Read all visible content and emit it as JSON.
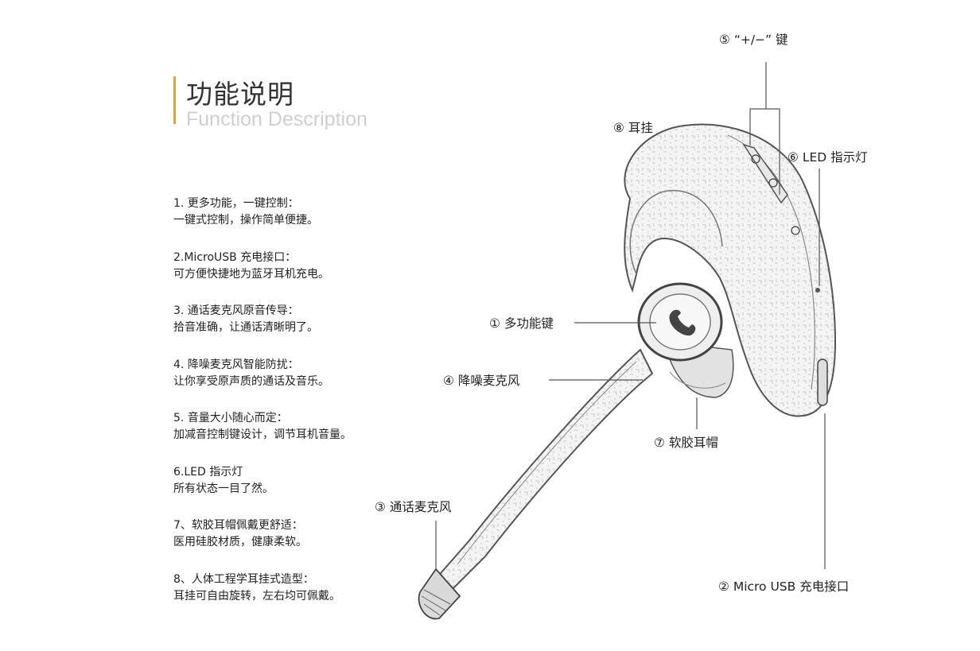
{
  "header": {
    "title_cn": "功能说明",
    "title_en": "Function Description"
  },
  "features": [
    {
      "heading": "1. 更多功能，一键控制：",
      "desc": "一键式控制，操作简单便捷。"
    },
    {
      "heading": "2.MicroUSB 充电接口：",
      "desc": "可方便快捷地为蓝牙耳机充电。"
    },
    {
      "heading": "3. 通话麦克风原音传导：",
      "desc": "拾音准确，让通话清晰明了。"
    },
    {
      "heading": "4. 降噪麦克风智能防扰：",
      "desc": "让你享受原声质的通话及音乐。"
    },
    {
      "heading": "5. 音量大小随心而定：",
      "desc": "加减音控制键设计，调节耳机音量。"
    },
    {
      "heading": "6.LED 指示灯",
      "desc": "所有状态一目了然。"
    },
    {
      "heading": "7、软胶耳帽佩戴更舒适：",
      "desc": "医用硅胶材质，健康柔软。"
    },
    {
      "heading": "8、人体工程学耳挂式造型：",
      "desc": "耳挂可自由旋转，左右均可佩戴。"
    }
  ],
  "callouts": {
    "c1": "① 多功能键",
    "c2": "② Micro USB 充电接口",
    "c3": "③ 通话麦克风",
    "c4": "④ 降噪麦克风",
    "c5": "⑤ “+/−” 键",
    "c6": "⑥ LED 指示灯",
    "c7": "⑦ 软胶耳帽",
    "c8": "⑧ 耳挂"
  },
  "colors": {
    "accent": "#e0a43a",
    "line": "#555555",
    "sketch": "#666666"
  }
}
